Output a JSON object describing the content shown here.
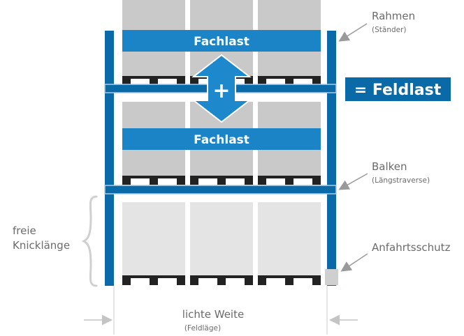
{
  "loads": {
    "upper_band": "Fachlast",
    "lower_band": "Fachlast",
    "plus_sign": "+",
    "feldlast_box": "= Feldlast"
  },
  "labels": {
    "rahmen": "Rahmen",
    "rahmen_sub": "(Ständer)",
    "balken": "Balken",
    "balken_sub": "(Längstraverse)",
    "anfahrtsschutz": "Anfahrtsschutz",
    "knick_line1": "freie",
    "knick_line2": "Knicklänge",
    "lichte_weite": "lichte Weite",
    "lichte_weite_sub": "(Feldläge)"
  },
  "icons": {
    "double_arrow": "up-down-arrow-icon",
    "brace": "left-curly-brace-icon",
    "pointer_arrows": "callout-arrow-icon"
  },
  "colors": {
    "frame_blue": "#0a6aa8",
    "band_blue": "#1a84c7",
    "arrow_blue": "#1e88cc",
    "pallet_gray": "#c9c9c9",
    "pallet_light": "#e4e4e4",
    "pallet_dark": "#222222",
    "label_gray": "#6b6b6b",
    "guard_gray": "#cfcfcf"
  }
}
